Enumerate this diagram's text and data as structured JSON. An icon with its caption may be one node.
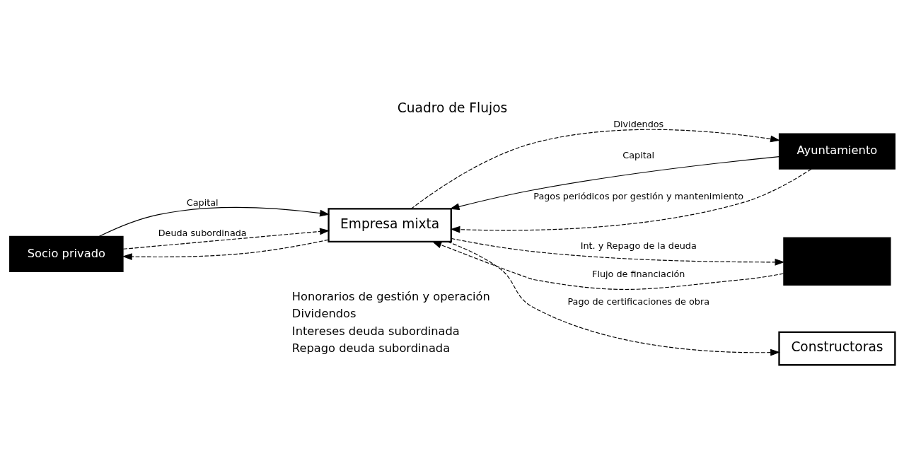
{
  "diagram": {
    "title": "Cuadro de Flujos",
    "nodes": [
      {
        "text": [
          "Socio privado"
        ]
      },
      {
        "text": [
          "Ayuntamiento"
        ]
      },
      {
        "text": [
          "Empresa mixta"
        ]
      },
      {
        "text": [],
        "shape": "box"
      },
      {
        "text": [
          "Constructoras"
        ]
      }
    ],
    "edges": [
      {
        "from": 0,
        "to": 2,
        "arrow": "to",
        "label": "Capital"
      },
      {
        "from": 1,
        "to": 2,
        "arrow": "to",
        "label": "Capital"
      },
      {
        "from": 2,
        "to": 1,
        "arrow": "to",
        "label": "Dividendos",
        "style": "dashed"
      },
      {
        "from": 1,
        "to": 2,
        "arrow": "to",
        "label": "Pagos periódicos por gestión y mantenimiento",
        "style": "dashed"
      },
      {
        "from": 0,
        "to": 2,
        "arrow": "to",
        "label": "Deuda subordinada",
        "style": "dashed"
      },
      {
        "from": 2,
        "to": 0,
        "arrow": "to",
        "style": "dashed"
      },
      {
        "from": 2,
        "to": 3,
        "arrow": "to",
        "label": "Int. y Repago de la deuda",
        "style": "dashed"
      },
      {
        "from": 3,
        "to": 2,
        "arrow": "to",
        "label": "Flujo de financiación",
        "style": "dashed"
      },
      {
        "from": 2,
        "to": 4,
        "arrow": "to",
        "label": "Pago de certificaciones de obra",
        "style": "dashed"
      }
    ],
    "labels": [
      "Honorarios de gestión y operación",
      "Dividendos",
      "Intereses deuda subordinada",
      "Repago deuda subordinada"
    ]
  }
}
